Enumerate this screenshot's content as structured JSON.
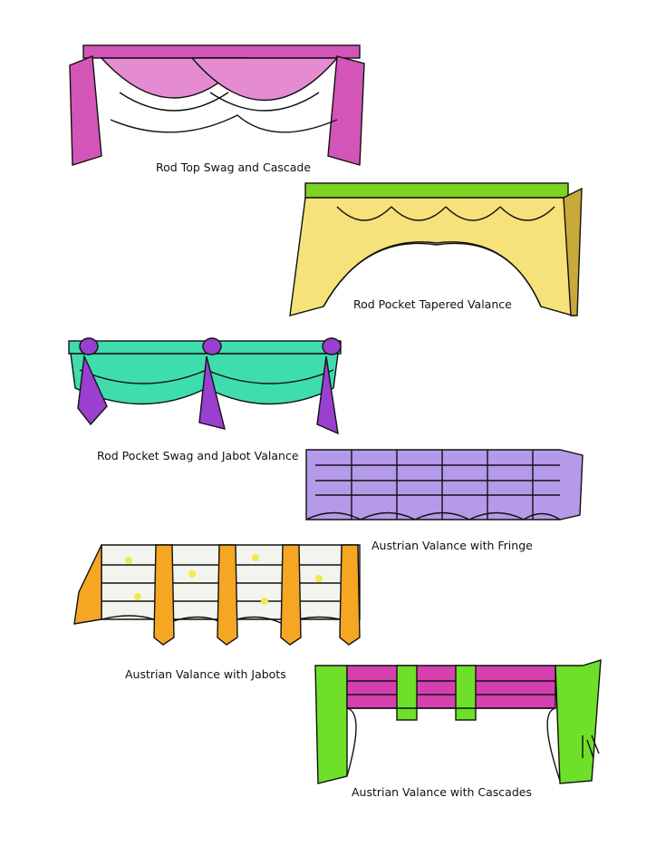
{
  "captions": [
    "Rod Top Swag and Cascade",
    "Rod Pocket Tapered Valance",
    "Rod Pocket Swag and Jabot Valance",
    "Austrian Valance with Fringe",
    "Austrian Valance with Jabots",
    "Austrian Valance with Cascades"
  ],
  "colors": {
    "pink": "#d455b8",
    "yellow": "#f5e27a",
    "lime": "#7ed321",
    "mint": "#3fdcae",
    "violet": "#9a3fd0",
    "lavender": "#b49ae8",
    "orange": "#f5a623",
    "magenta": "#d63fb0",
    "green": "#6ee02a"
  }
}
